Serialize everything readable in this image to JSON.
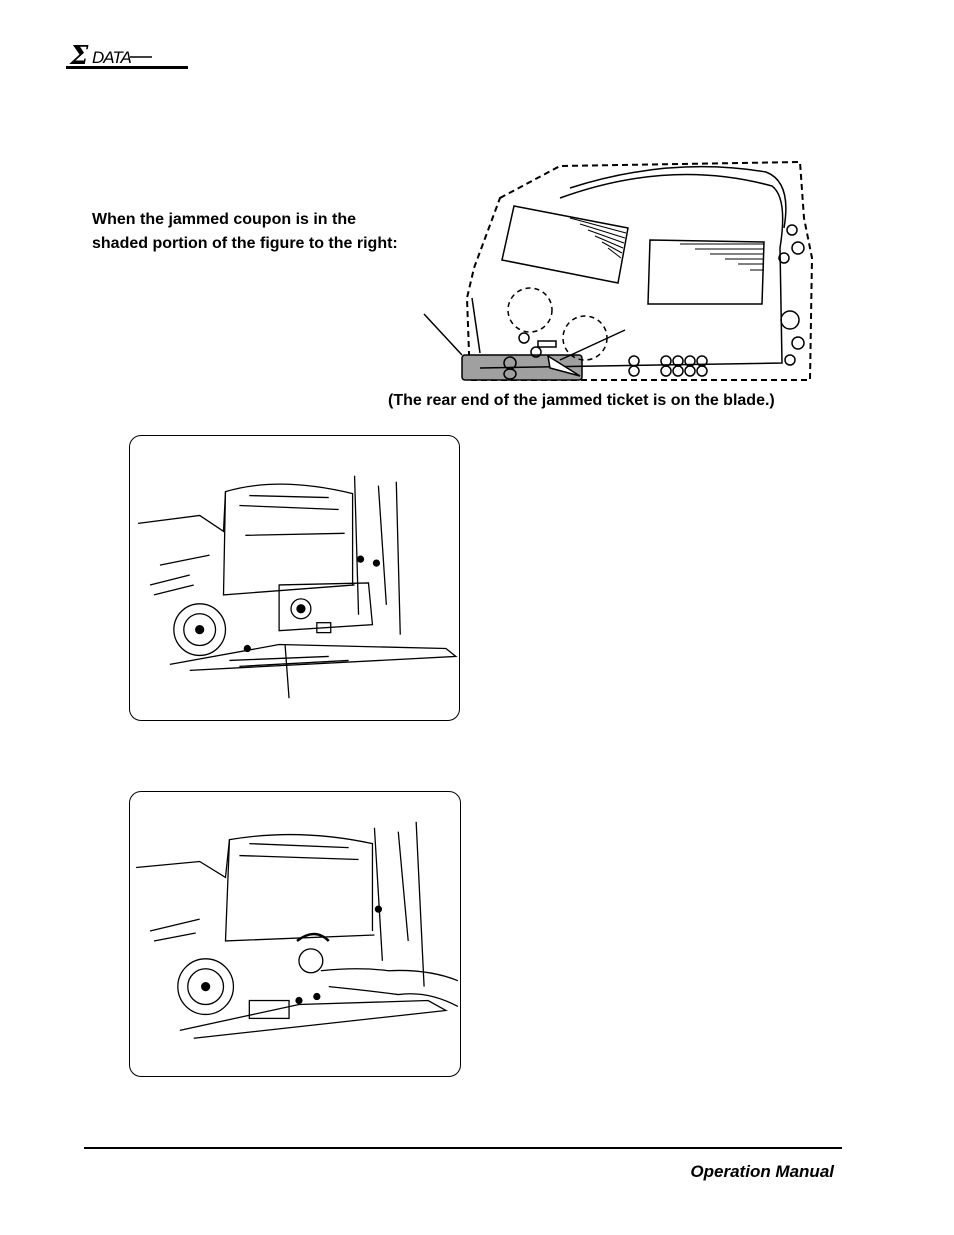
{
  "header": {
    "logo_text": "DATA",
    "logo_symbol": "Σ"
  },
  "intro": {
    "line1": "When the jammed coupon is in the",
    "line2": "shaded portion of the figure to the right:"
  },
  "diagram": {
    "caption": "(The rear end of the jammed ticket is on the blade.)"
  },
  "footer": {
    "title": "Operation Manual"
  },
  "colors": {
    "ink": "#000000",
    "shade": "#a0a0a0"
  }
}
